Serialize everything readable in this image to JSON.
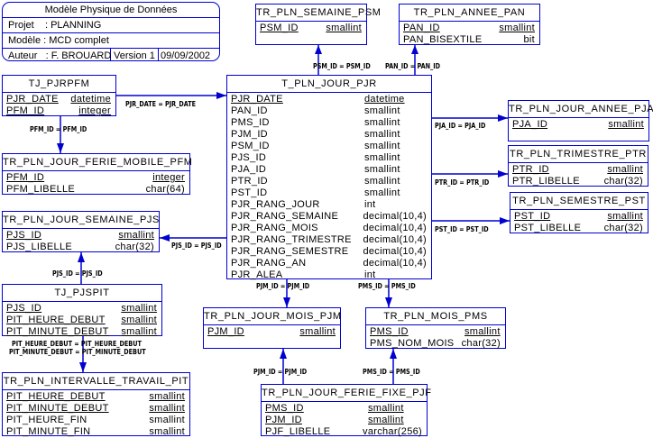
{
  "info": {
    "title": "Modèle Physique de Données",
    "projet": "Projet    : PLANNING",
    "modele": "Modèle : MCD complet",
    "auteur": "Auteur   : F. BROUARD",
    "version": "Version 1",
    "date": "09/09/2002"
  },
  "tables": {
    "psm": {
      "name": "TR_PLN_SEMAINE_PSM",
      "columns": [
        {
          "name": "PSM_ID",
          "type": "smallint",
          "pk": true
        }
      ]
    },
    "pan": {
      "name": "TR_PLN_ANNEE_PAN",
      "columns": [
        {
          "name": "PAN_ID",
          "type": "smallint",
          "pk": true
        },
        {
          "name": "PAN_BISEXTILE",
          "type": "bit",
          "pk": false
        }
      ]
    },
    "pjrpfm": {
      "name": "TJ_PJRPFM",
      "columns": [
        {
          "name": "PJR_DATE",
          "type": "datetime",
          "pk": true
        },
        {
          "name": "PFM_ID",
          "type": "integer",
          "pk": true
        }
      ]
    },
    "pfm": {
      "name": "TR_PLN_JOUR_FERIE_MOBILE_PFM",
      "columns": [
        {
          "name": "PFM_ID",
          "type": "integer",
          "pk": true
        },
        {
          "name": "PFM_LIBELLE",
          "type": "char(64)",
          "pk": false
        }
      ]
    },
    "pjr": {
      "name": "T_PLN_JOUR_PJR",
      "columns": [
        {
          "name": "PJR_DATE",
          "type": "datetime",
          "pk": true
        },
        {
          "name": "PAN_ID",
          "type": "smallint",
          "pk": false
        },
        {
          "name": "PMS_ID",
          "type": "smallint",
          "pk": false
        },
        {
          "name": "PJM_ID",
          "type": "smallint",
          "pk": false
        },
        {
          "name": "PSM_ID",
          "type": "smallint",
          "pk": false
        },
        {
          "name": "PJS_ID",
          "type": "smallint",
          "pk": false
        },
        {
          "name": "PJA_ID",
          "type": "smallint",
          "pk": false
        },
        {
          "name": "PTR_ID",
          "type": "smallint",
          "pk": false
        },
        {
          "name": "PST_ID",
          "type": "smallint",
          "pk": false
        },
        {
          "name": "PJR_RANG_JOUR",
          "type": "int",
          "pk": false
        },
        {
          "name": "PJR_RANG_SEMAINE",
          "type": "decimal(10,4)",
          "pk": false
        },
        {
          "name": "PJR_RANG_MOIS",
          "type": "decimal(10,4)",
          "pk": false
        },
        {
          "name": "PJR_RANG_TRIMESTRE",
          "type": "decimal(10,4)",
          "pk": false
        },
        {
          "name": "PJR_RANG_SEMESTRE",
          "type": "decimal(10,4)",
          "pk": false
        },
        {
          "name": "PJR_RANG_AN",
          "type": "decimal(10,4)",
          "pk": false
        },
        {
          "name": "PJR_ALEA",
          "type": "int",
          "pk": false
        }
      ]
    },
    "pja": {
      "name": "TR_PLN_JOUR_ANNEE_PJA",
      "columns": [
        {
          "name": "PJA_ID",
          "type": "smallint",
          "pk": true
        }
      ]
    },
    "ptr": {
      "name": "TR_PLN_TRIMESTRE_PTR",
      "columns": [
        {
          "name": "PTR_ID",
          "type": "smallint",
          "pk": true
        },
        {
          "name": "PTR_LIBELLE",
          "type": "char(32)",
          "pk": false
        }
      ]
    },
    "pst": {
      "name": "TR_PLN_SEMESTRE_PST",
      "columns": [
        {
          "name": "PST_ID",
          "type": "smallint",
          "pk": true
        },
        {
          "name": "PST_LIBELLE",
          "type": "char(32)",
          "pk": false
        }
      ]
    },
    "pjs": {
      "name": "TR_PLN_JOUR_SEMAINE_PJS",
      "columns": [
        {
          "name": "PJS_ID",
          "type": "smallint",
          "pk": true
        },
        {
          "name": "PJS_LIBELLE",
          "type": "char(32)",
          "pk": false
        }
      ]
    },
    "pjspit": {
      "name": "TJ_PJSPIT",
      "columns": [
        {
          "name": "PJS_ID",
          "type": "smallint",
          "pk": true
        },
        {
          "name": "PIT_HEURE_DEBUT",
          "type": "smallint",
          "pk": true
        },
        {
          "name": "PIT_MINUTE_DEBUT",
          "type": "smallint",
          "pk": true
        }
      ]
    },
    "pit": {
      "name": "TR_PLN_INTERVALLE_TRAVAIL_PIT",
      "columns": [
        {
          "name": "PIT_HEURE_DEBUT",
          "type": "smallint",
          "pk": true
        },
        {
          "name": "PIT_MINUTE_DEBUT",
          "type": "smallint",
          "pk": true
        },
        {
          "name": "PIT_HEURE_FIN",
          "type": "smallint",
          "pk": false
        },
        {
          "name": "PIT_MINUTE_FIN",
          "type": "smallint",
          "pk": false
        }
      ]
    },
    "pjm": {
      "name": "TR_PLN_JOUR_MOIS_PJM",
      "columns": [
        {
          "name": "PJM_ID",
          "type": "smallint",
          "pk": true
        }
      ]
    },
    "pms": {
      "name": "TR_PLN_MOIS_PMS",
      "columns": [
        {
          "name": "PMS_ID",
          "type": "smallint",
          "pk": true
        },
        {
          "name": "PMS_NOM_MOIS",
          "type": "char(32)",
          "pk": false
        }
      ]
    },
    "pjf": {
      "name": "TR_PLN_JOUR_FERIE_FIXE_PJF",
      "columns": [
        {
          "name": "PMS_ID",
          "type": "smallint",
          "pk": true
        },
        {
          "name": "PJM_ID",
          "type": "smallint",
          "pk": true
        },
        {
          "name": "PJF_LIBELLE",
          "type": "varchar(256)",
          "pk": false
        }
      ]
    }
  },
  "relationships": [
    {
      "id": "psm",
      "label": "PSM_ID = PSM_ID",
      "from": "pjr",
      "to": "psm"
    },
    {
      "id": "pan",
      "label": "PAN_ID = PAN_ID",
      "from": "pjr",
      "to": "pan"
    },
    {
      "id": "pjr_date",
      "label": "PJR_DATE = PJR_DATE",
      "from": "pjrpfm",
      "to": "pjr"
    },
    {
      "id": "pfm",
      "label": "PFM_ID = PFM_ID",
      "from": "pjrpfm",
      "to": "pfm"
    },
    {
      "id": "pja",
      "label": "PJA_ID = PJA_ID",
      "from": "pjr",
      "to": "pja"
    },
    {
      "id": "ptr",
      "label": "PTR_ID = PTR_ID",
      "from": "pjr",
      "to": "ptr"
    },
    {
      "id": "pst",
      "label": "PST_ID = PST_ID",
      "from": "pjr",
      "to": "pst"
    },
    {
      "id": "pjs_pjr",
      "label": "PJS_ID = PJS_ID",
      "from": "pjr",
      "to": "pjs"
    },
    {
      "id": "pjs_pit",
      "label": "PJS_ID = PJS_ID",
      "from": "pjspit",
      "to": "pjs"
    },
    {
      "id": "pit",
      "label": "PIT_HEURE_DEBUT = PIT_HEURE_DEBUT",
      "label2": "PIT_MINUTE_DEBUT = PIT_MINUTE_DEBUT",
      "from": "pjspit",
      "to": "pit"
    },
    {
      "id": "pjm",
      "label": "PJM_ID = PJM_ID",
      "from": "pjr",
      "to": "pjm"
    },
    {
      "id": "pms",
      "label": "PMS_ID = PMS_ID",
      "from": "pjr",
      "to": "pms"
    },
    {
      "id": "pjf_pjm",
      "label": "PJM_ID = PJM_ID",
      "from": "pjf",
      "to": "pjm"
    },
    {
      "id": "pjf_pms",
      "label": "PMS_ID = PMS_ID",
      "from": "pjf",
      "to": "pms"
    }
  ],
  "colors": {
    "line": "#0000d0",
    "text": "#000000",
    "background": "#ffffff"
  }
}
